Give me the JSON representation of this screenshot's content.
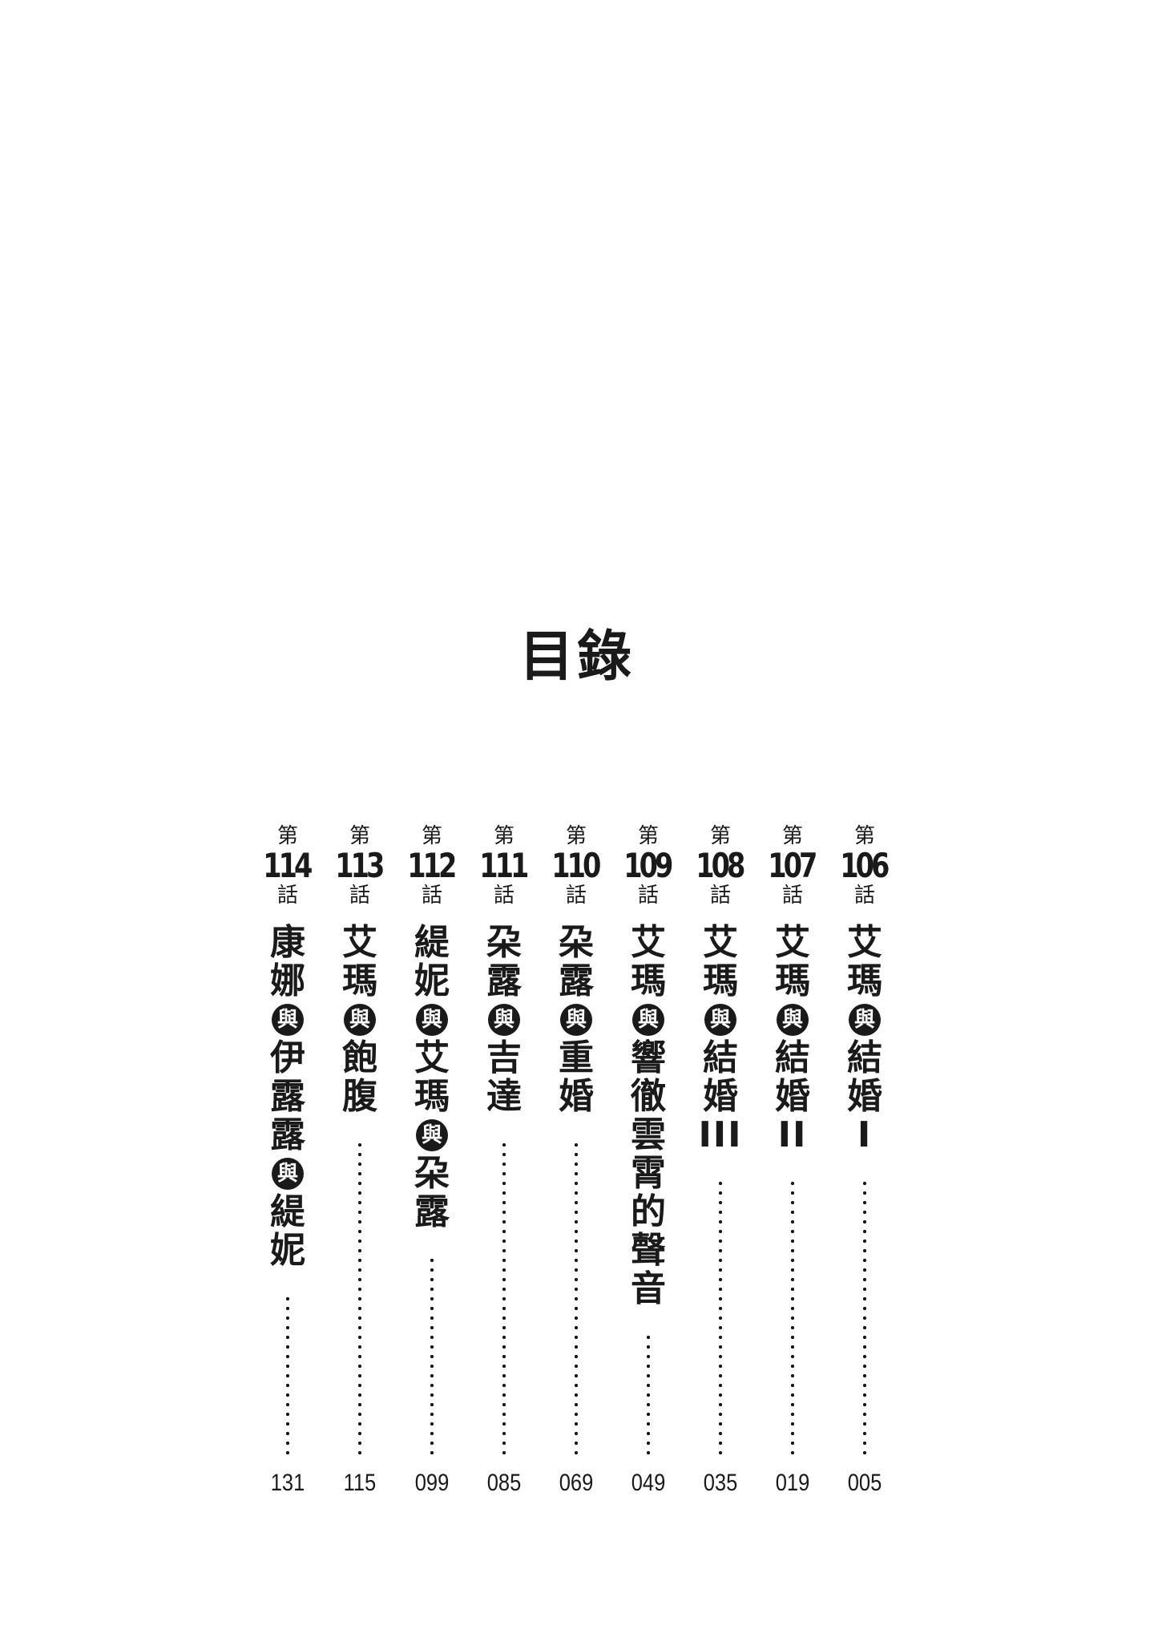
{
  "title": "目錄",
  "prefix": "第",
  "suffix": "話",
  "connector": "與",
  "chapters": [
    {
      "number": "114",
      "parts": [
        "康娜",
        "伊露露",
        "緹妮"
      ],
      "page": "131"
    },
    {
      "number": "113",
      "parts": [
        "艾瑪",
        "飽腹"
      ],
      "page": "115"
    },
    {
      "number": "112",
      "parts": [
        "緹妮",
        "艾瑪",
        "朶露"
      ],
      "page": "099"
    },
    {
      "number": "111",
      "parts": [
        "朶露",
        "吉達"
      ],
      "page": "085"
    },
    {
      "number": "110",
      "parts": [
        "朶露",
        "重婚"
      ],
      "page": "069"
    },
    {
      "number": "109",
      "parts": [
        "艾瑪",
        "響徹雲霄的聲音"
      ],
      "page": "049"
    },
    {
      "number": "108",
      "parts": [
        "艾瑪",
        "結婚"
      ],
      "roman": "III",
      "page": "035"
    },
    {
      "number": "107",
      "parts": [
        "艾瑪",
        "結婚"
      ],
      "roman": "II",
      "page": "019"
    },
    {
      "number": "106",
      "parts": [
        "艾瑪",
        "結婚"
      ],
      "roman": "I",
      "page": "005"
    }
  ]
}
